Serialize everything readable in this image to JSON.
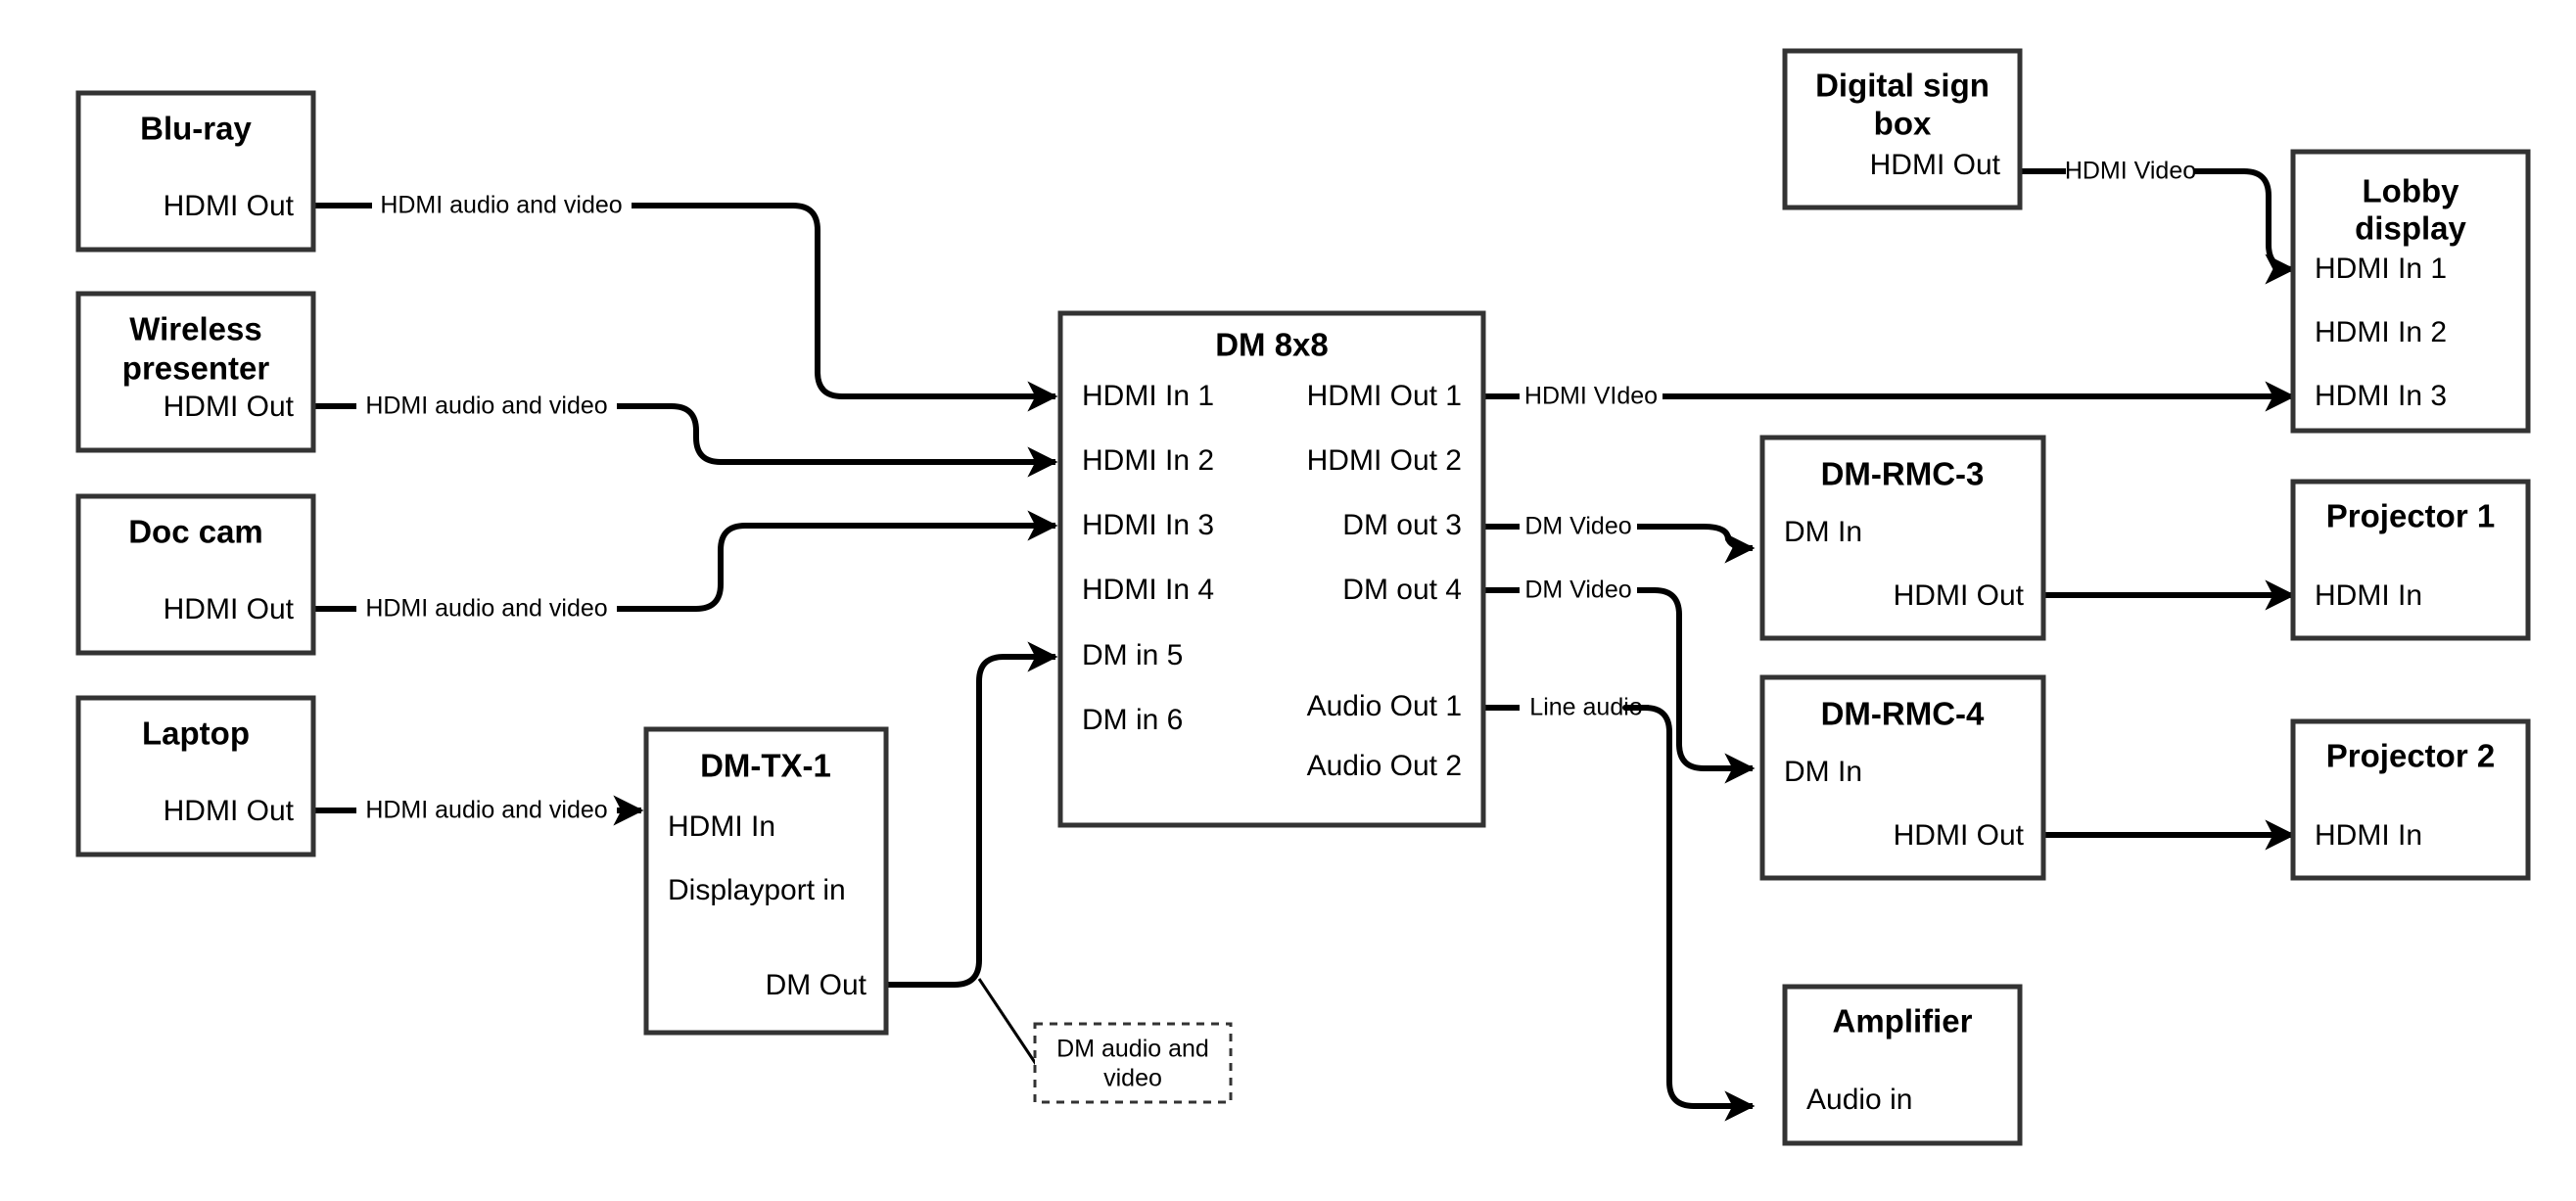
{
  "diagram": {
    "title": "AV signal flow diagram",
    "colors": {
      "box_border": "#333333",
      "wire": "#000000",
      "background": "#ffffff",
      "text": "#000000"
    },
    "devices": {
      "bluray": {
        "title": "Blu-ray",
        "ports": {
          "hdmi_out": "HDMI Out"
        }
      },
      "wireless_presenter": {
        "title_line1": "Wireless",
        "title_line2": "presenter",
        "ports": {
          "hdmi_out": "HDMI Out"
        }
      },
      "doc_cam": {
        "title": "Doc cam",
        "ports": {
          "hdmi_out": "HDMI Out"
        }
      },
      "laptop": {
        "title": "Laptop",
        "ports": {
          "hdmi_out": "HDMI Out"
        }
      },
      "dm_tx_1": {
        "title": "DM-TX-1",
        "ports": {
          "hdmi_in": "HDMI In",
          "displayport_in": "Displayport in",
          "dm_out": "DM Out"
        }
      },
      "dm_8x8": {
        "title": "DM 8x8",
        "inputs": [
          "HDMI In 1",
          "HDMI In 2",
          "HDMI In 3",
          "HDMI In 4",
          "DM in 5",
          "DM in 6"
        ],
        "outputs": [
          "HDMI Out 1",
          "HDMI Out 2",
          "DM out 3",
          "DM out 4",
          "Audio Out 1",
          "Audio Out 2"
        ]
      },
      "digital_sign_box": {
        "title_line1": "Digital sign",
        "title_line2": "box",
        "ports": {
          "hdmi_out": "HDMI Out"
        }
      },
      "lobby_display": {
        "title_line1": "Lobby",
        "title_line2": "display",
        "inputs": [
          "HDMI In 1",
          "HDMI In 2",
          "HDMI In 3"
        ]
      },
      "dm_rmc_3": {
        "title": "DM-RMC-3",
        "ports": {
          "dm_in": "DM In",
          "hdmi_out": "HDMI Out"
        }
      },
      "dm_rmc_4": {
        "title": "DM-RMC-4",
        "ports": {
          "dm_in": "DM In",
          "hdmi_out": "HDMI Out"
        }
      },
      "projector_1": {
        "title": "Projector 1",
        "ports": {
          "hdmi_in": "HDMI In"
        }
      },
      "projector_2": {
        "title": "Projector 2",
        "ports": {
          "hdmi_in": "HDMI In"
        }
      },
      "amplifier": {
        "title": "Amplifier",
        "ports": {
          "audio_in": "Audio in"
        }
      }
    },
    "wire_labels": {
      "bluray_to_dm": "HDMI audio and video",
      "wireless_to_dm": "HDMI audio and video",
      "doccam_to_dm": "HDMI audio and video",
      "laptop_to_tx": "HDMI audio and video",
      "sign_to_lobby": "HDMI Video",
      "hdmiout1_to_lobby": "HDMI VIdeo",
      "dmout3_to_rmc3": "DM Video",
      "dmout4_to_rmc4": "DM Video",
      "audioout1_to_amp": "Line audio"
    },
    "notes": {
      "dm_audio_video": "DM audio and video"
    }
  }
}
